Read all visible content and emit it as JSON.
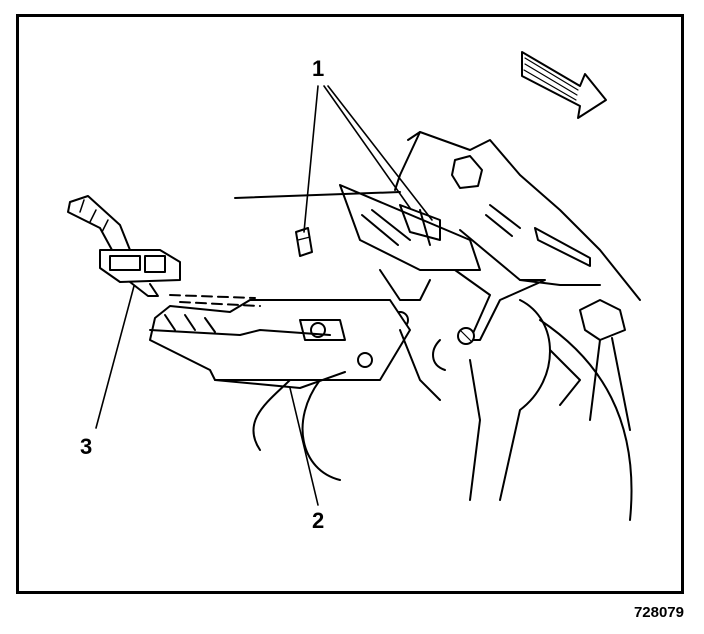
{
  "callouts": {
    "one": "1",
    "two": "2",
    "three": "3"
  },
  "figure_number": "728079",
  "colors": {
    "line": "#000000",
    "background": "#ffffff"
  },
  "icons": {
    "direction_arrow": "forward-arrow-icon"
  }
}
